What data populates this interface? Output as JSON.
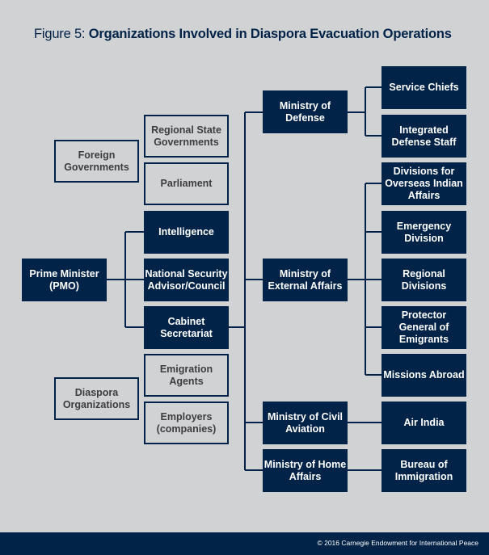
{
  "title": {
    "prefix": "Figure 5:",
    "main": "Organizations Involved in Diaspora Evacuation Operations"
  },
  "nodes": {
    "service_chiefs": "Service Chiefs",
    "integrated_defense_staff": "Integrated Defense Staff",
    "ministry_defense": "Ministry of Defense",
    "regional_state_governments": "Regional State Governments",
    "foreign_governments": "Foreign Governments",
    "parliament": "Parliament",
    "divisions_overseas_indian_affairs": "Divisions for Overseas Indian Affairs",
    "intelligence": "Intelligence",
    "emergency_division": "Emergency Division",
    "prime_minister": "Prime Minister (PMO)",
    "national_security_advisor": "National Security Advisor/Council",
    "ministry_external_affairs": "Ministry of External Affairs",
    "regional_divisions": "Regional Divisions",
    "cabinet_secretariat": "Cabinet Secretariat",
    "protector_general": "Protector General of Emigrants",
    "emigration_agents": "Emigration Agents",
    "missions_abroad": "Missions Abroad",
    "diaspora_organizations": "Diaspora Organizations",
    "employers": "Employers (companies)",
    "ministry_civil_aviation": "Ministry of Civil Aviation",
    "air_india": "Air India",
    "ministry_home_affairs": "Ministry of Home Affairs",
    "bureau_immigration": "Bureau of Immigration"
  },
  "footer": "© 2016 Carnegie Endowment for International Peace",
  "colors": {
    "navy": "#012348",
    "background": "#d1d2d4"
  }
}
